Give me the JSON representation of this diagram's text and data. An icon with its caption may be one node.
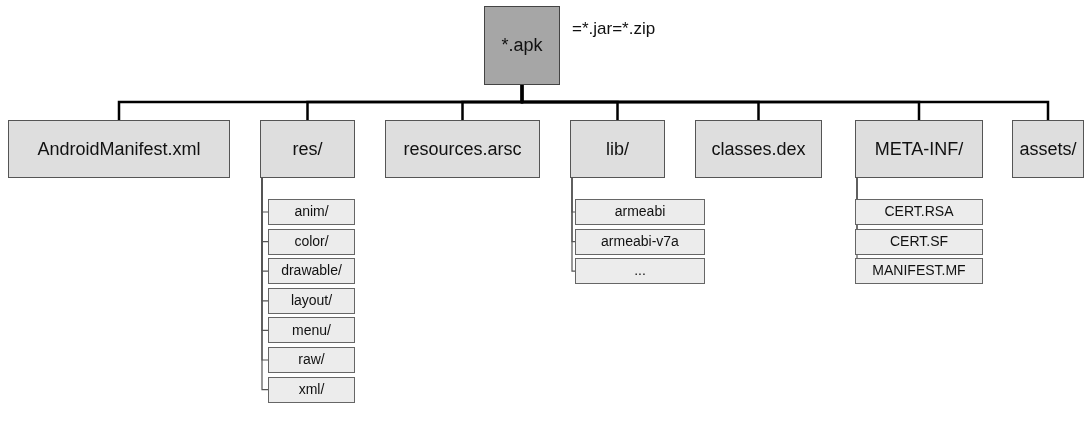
{
  "diagram": {
    "nodes": [
      {
        "text": [
          "*.apk"
        ],
        "beside": [
          "=*.jar=*.zip"
        ]
      },
      {
        "text": [
          "AndroidManifest.xml"
        ]
      },
      {
        "text": [
          "res/"
        ]
      },
      {
        "text": [
          "resources.arsc"
        ]
      },
      {
        "text": [
          "lib/"
        ]
      },
      {
        "text": [
          "classes.dex"
        ]
      },
      {
        "text": [
          "META-INF/"
        ]
      },
      {
        "text": [
          "assets/"
        ]
      },
      {
        "text": [
          "anim/"
        ]
      },
      {
        "text": [
          "color/"
        ]
      },
      {
        "text": [
          "drawable/"
        ]
      },
      {
        "text": [
          "layout/"
        ]
      },
      {
        "text": [
          "menu/"
        ]
      },
      {
        "text": [
          "raw/"
        ]
      },
      {
        "text": [
          "xml/"
        ]
      },
      {
        "text": [
          "armeabi"
        ]
      },
      {
        "text": [
          "armeabi-v7a"
        ]
      },
      {
        "text": [
          "..."
        ]
      },
      {
        "text": [
          "CERT.RSA"
        ]
      },
      {
        "text": [
          "CERT.SF"
        ]
      },
      {
        "text": [
          "MANIFEST.MF"
        ]
      }
    ],
    "edges": [
      {
        "from": 0,
        "to": 1,
        "arrow": "none"
      },
      {
        "from": 0,
        "to": 2,
        "arrow": "none"
      },
      {
        "from": 0,
        "to": 3,
        "arrow": "none"
      },
      {
        "from": 0,
        "to": 4,
        "arrow": "none"
      },
      {
        "from": 0,
        "to": 5,
        "arrow": "none"
      },
      {
        "from": 0,
        "to": 6,
        "arrow": "none"
      },
      {
        "from": 0,
        "to": 7,
        "arrow": "none"
      },
      {
        "from": 2,
        "to": 8,
        "arrow": "none"
      },
      {
        "from": 2,
        "to": 9,
        "arrow": "none"
      },
      {
        "from": 2,
        "to": 10,
        "arrow": "none"
      },
      {
        "from": 2,
        "to": 11,
        "arrow": "none"
      },
      {
        "from": 2,
        "to": 12,
        "arrow": "none"
      },
      {
        "from": 2,
        "to": 13,
        "arrow": "none"
      },
      {
        "from": 2,
        "to": 14,
        "arrow": "none"
      },
      {
        "from": 4,
        "to": 15,
        "arrow": "none"
      },
      {
        "from": 4,
        "to": 16,
        "arrow": "none"
      },
      {
        "from": 4,
        "to": 17,
        "arrow": "none"
      },
      {
        "from": 6,
        "to": 18,
        "arrow": "none"
      },
      {
        "from": 6,
        "to": 19,
        "arrow": "none"
      },
      {
        "from": 6,
        "to": 20,
        "arrow": "none"
      }
    ]
  }
}
